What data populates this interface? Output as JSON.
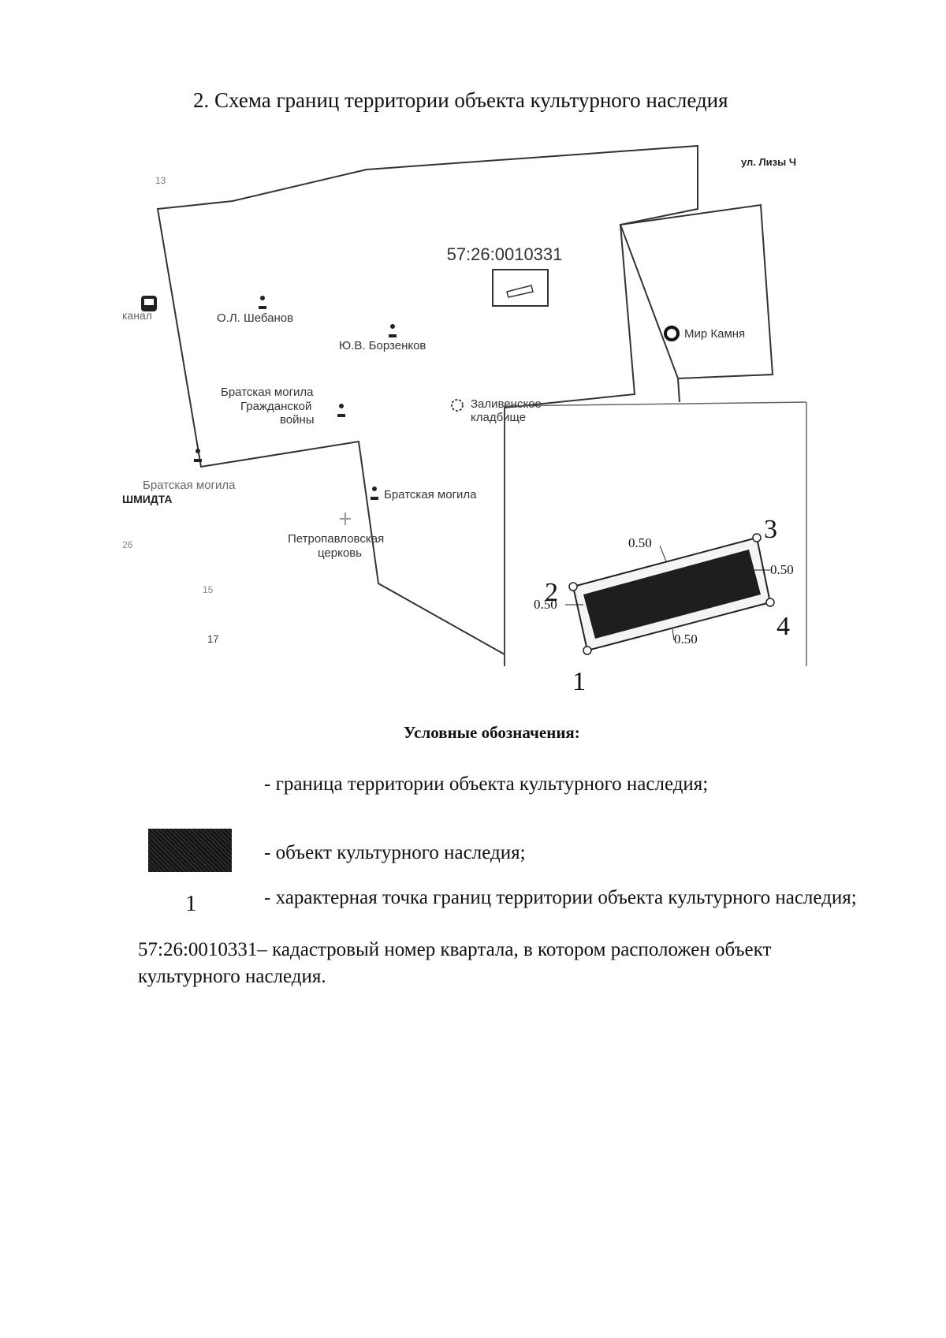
{
  "title": "2. Схема границ территории объекта культурного наследия",
  "map": {
    "cadastral_number": "57:26:0010331",
    "street_labels": [
      "ул. Лизы Ч",
      "ШМИДТА",
      "канал"
    ],
    "house_numbers": [
      "13",
      "26",
      "15",
      "17"
    ],
    "place_labels": {
      "sheblanov": "О.Л. Шебанов",
      "borzenkov": "Ю.В. Борзенков",
      "grave_civil_war_1": "Братская могила",
      "grave_civil_war_2": "Гражданской",
      "grave_civil_war_3": "войны",
      "zalivenskoe_1": "Заливенское",
      "zalivenskoe_2": "кладбище",
      "grave_west": "Братская могила",
      "grave_center": "Братская могила",
      "church_1": "Петропавловская",
      "church_2": "церковь",
      "mir_kamnya": "Мир Камня"
    },
    "inset": {
      "points": [
        "1",
        "2",
        "3",
        "4"
      ],
      "offsets": [
        "0.50",
        "0.50",
        "0.50",
        "0.50"
      ]
    }
  },
  "legend": {
    "title": "Условные обозначения:",
    "boundary_text": "- граница территории объекта культурного наследия;",
    "object_text": "- объект культурного наследия;",
    "point_symbol": "1",
    "point_text": "- характерная точка границ территории объекта культурного наследия;",
    "cadastral_text": "57:26:0010331– кадастровый номер квартала, в котором расположен объект культурного наследия."
  }
}
